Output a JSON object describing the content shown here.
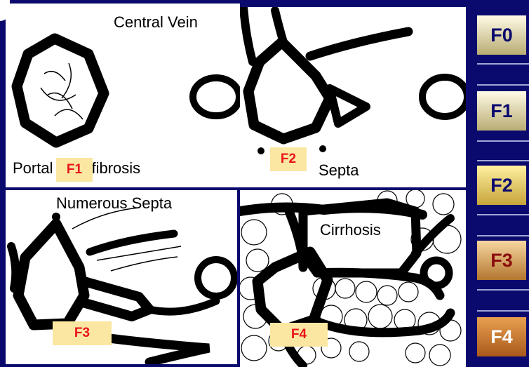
{
  "panels": {
    "top_left": {
      "heading": "Central Vein",
      "caption": "Portal tract fibrosis",
      "tag": "F1"
    },
    "top_right": {
      "caption": "Septa",
      "tag": "F2"
    },
    "bottom_left": {
      "heading": "Numerous Septa",
      "tag": "F3"
    },
    "bottom_right": {
      "heading": "Cirrhosis",
      "tag": "F4"
    }
  },
  "stages": [
    "F0",
    "F1",
    "F2",
    "F3",
    "F4"
  ],
  "colors": {
    "background": "#0a0a6e",
    "tag_bg": "#fbe7a1",
    "tag_text": "#e8131c"
  }
}
